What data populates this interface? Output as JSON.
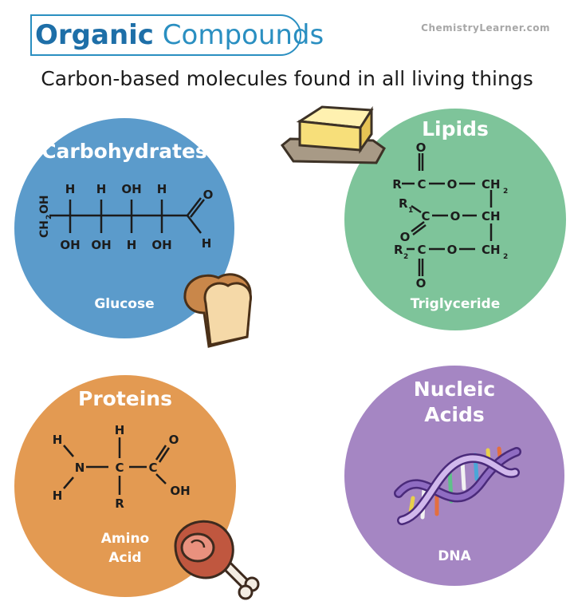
{
  "header": {
    "title_word1": "Organic",
    "title_word2": "Compounds",
    "brand": "ChemistryLearner.com",
    "subtitle": "Carbon-based molecules found in all living things"
  },
  "panels": {
    "carbohydrates": {
      "label": "Carbohydrates",
      "caption": "Glucose",
      "color": "#5b9bcb"
    },
    "lipids": {
      "label": "Lipids",
      "caption": "Triglyceride",
      "color": "#7ec49a"
    },
    "proteins": {
      "label": "Proteins",
      "caption_line1": "Amino",
      "caption_line2": "Acid",
      "color": "#e39a52"
    },
    "nucleic_acids": {
      "label_line1": "Nucleic",
      "label_line2": "Acids",
      "caption": "DNA",
      "color": "#a586c3"
    }
  },
  "atoms": {
    "H": "H",
    "O": "O",
    "C": "C",
    "N": "N",
    "R": "R",
    "OH": "OH",
    "CH": "CH",
    "sub1": "1",
    "sub2": "2"
  }
}
